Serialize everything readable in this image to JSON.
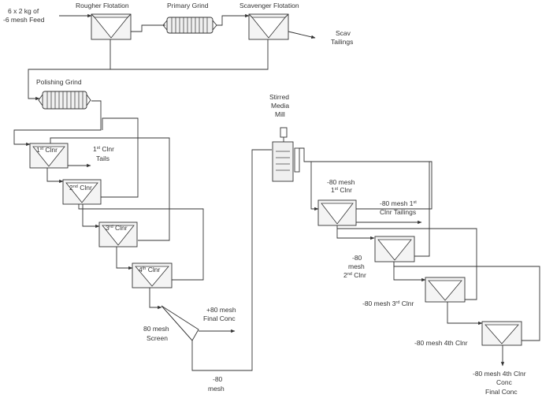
{
  "colors": {
    "line": "#333333",
    "equipment_fill": "#f4f4f4",
    "background": "#ffffff"
  },
  "labels": {
    "feed_line1": "6 x 2 kg of",
    "feed_line2": "-6 mesh Feed",
    "rougher_flotation": "Rougher Flotation",
    "primary_grind": "Primary Grind",
    "scavenger_flotation": "Scavenger Flotation",
    "scav_tailings_line1": "Scav",
    "scav_tailings_line2": "Tailings",
    "polishing_grind": "Polishing Grind",
    "stirred_media_mill_line1": "Stirred",
    "stirred_media_mill_line2": "Media",
    "stirred_media_mill_line3": "Mill",
    "clnr1": {
      "num": "1",
      "sup": "st",
      "name": " Clnr"
    },
    "clnr1_tails": {
      "num": "1",
      "sup": "st",
      "line1": " Clnr",
      "line2": "Tails"
    },
    "clnr2": {
      "num": "2",
      "sup": "nd",
      "name": " Clnr"
    },
    "clnr3": {
      "num": "3",
      "sup": "rd",
      "name": " Clnr"
    },
    "clnr4": {
      "num": "4",
      "sup": "th",
      "name": " Clnr"
    },
    "plus80_line1": "+80 mesh",
    "plus80_line2": "Final Conc",
    "screen_line1": "80 mesh",
    "screen_line2": "Screen",
    "minus80_line1": "-80",
    "minus80_line2": "mesh",
    "m80_c1_line1": "-80 mesh",
    "m80_c1_line2": {
      "num": "1",
      "sup": "st",
      "name": " Clnr"
    },
    "m80_c1_tailings_line1": {
      "prefix": "-80 mesh 1",
      "sup": "st"
    },
    "m80_c1_tailings_line2": "Clnr Tailings",
    "m80_c2_line1": "-80",
    "m80_c2_line2": "mesh",
    "m80_c2_line3": {
      "num": "2",
      "sup": "nd",
      "name": " Clnr"
    },
    "m80_c3": {
      "prefix": "-80 mesh 3",
      "sup": "rd",
      "name": " Clnr"
    },
    "m80_c4": "-80 mesh 4th Clnr",
    "final_line1": "-80 mesh 4th Clnr",
    "final_line2": "Conc",
    "final_line3": "Final Conc"
  }
}
